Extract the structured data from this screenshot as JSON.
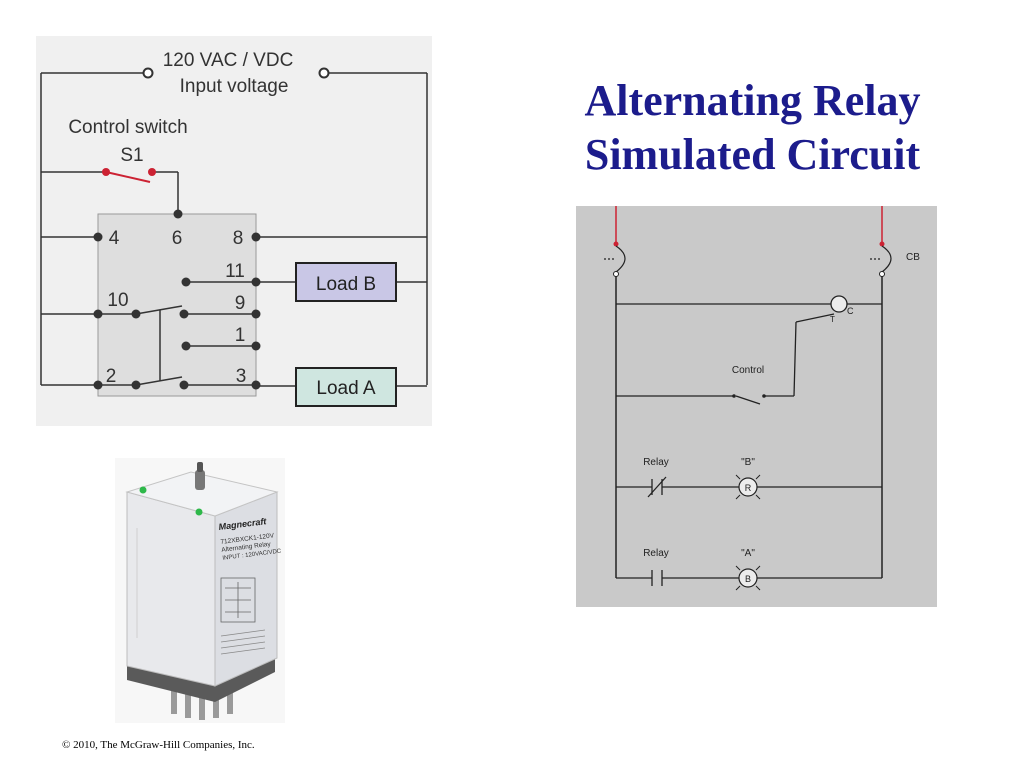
{
  "slide": {
    "title_line1": "Alternating Relay",
    "title_line2": "Simulated Circuit",
    "footer": "© 2010, The McGraw-Hill Companies, Inc."
  },
  "wiring_diagram": {
    "supply_label": "120 VAC / VDC",
    "supply_sublabel": "Input voltage",
    "switch_label": "Control switch",
    "switch_id": "S1",
    "pins": [
      "4",
      "6",
      "8",
      "11",
      "10",
      "9",
      "1",
      "2",
      "3"
    ],
    "load_b": "Load B",
    "load_a": "Load A",
    "colors": {
      "background": "#f0f0f0",
      "relay_body": "#dedede",
      "switch": "#cc2233",
      "load_b_fill": "#c9c7e6",
      "load_a_fill": "#cfe6e0"
    }
  },
  "product_photo": {
    "brand": "Magnecraft",
    "model": "712XBXCK1-120V",
    "name": "Alternating Relay",
    "input": "INPUT : 120VAC/VDC"
  },
  "ladder_diagram": {
    "breaker_label": "CB",
    "timer_label": "C",
    "timer_terminal": "T",
    "control_label": "Control",
    "rung3_label": "Relay",
    "rung3_lamp_label": "\"B\"",
    "rung3_lamp_letter": "R",
    "rung4_label": "Relay",
    "rung4_lamp_label": "\"A\"",
    "rung4_lamp_letter": "B",
    "colors": {
      "background": "#c9c9c9",
      "rail": "#cc2233"
    }
  }
}
